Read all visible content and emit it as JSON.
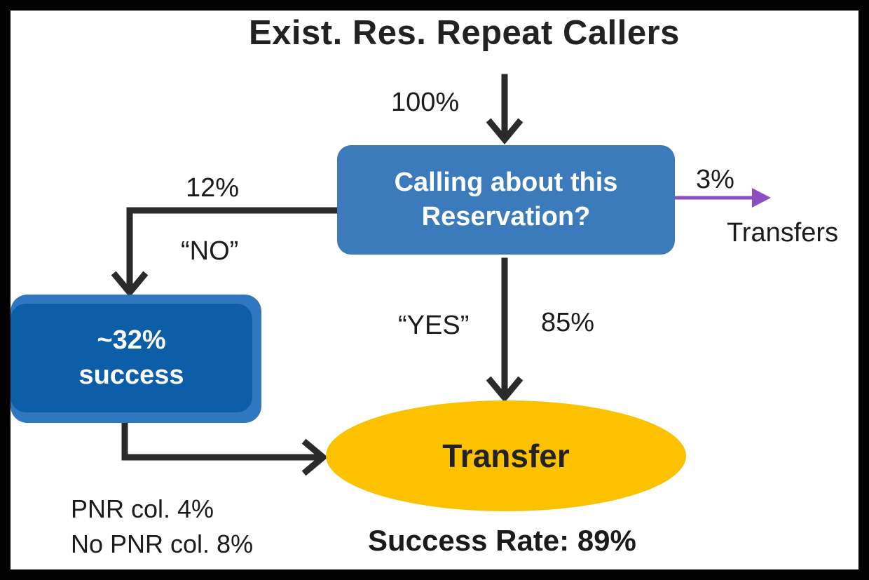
{
  "title": "Exist. Res. Repeat Callers",
  "flow": {
    "entry_pct": "100%",
    "decision": {
      "line1": "Calling about this",
      "line2": "Reservation?"
    },
    "transfers_branch": {
      "pct": "3%",
      "label": "Transfers",
      "color": "#8b4fbf"
    },
    "no_branch": {
      "pct": "12%",
      "label": "“NO”"
    },
    "yes_branch": {
      "pct": "85%",
      "label": "“YES”"
    },
    "success_box": {
      "line1": "~32%",
      "line2": "success"
    },
    "transfer_node": "Transfer",
    "success_rate": "Success Rate: 89%",
    "pnr_notes": [
      "PNR col. 4%",
      "No PNR col. 8%"
    ]
  },
  "colors": {
    "decision_box": "#3c7bbb",
    "success_box": "#0c5ea8",
    "transfer_node": "#fcc200",
    "connector": "#2a2a2a"
  }
}
